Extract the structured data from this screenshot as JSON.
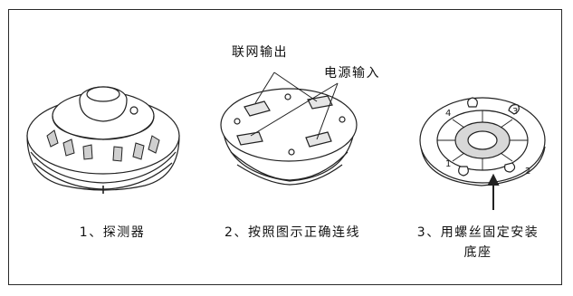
{
  "labels": {
    "network_output": "联网输出",
    "power_input": "电源输入"
  },
  "captions": {
    "step1": "1、探测器",
    "step2": "2、按照图示正确连线",
    "step3_line1": "3、用螺丝固定安装",
    "step3_line2": "底座"
  },
  "terminal_numbers": [
    "4",
    "3",
    "2",
    "1"
  ],
  "colors": {
    "line": "#222222",
    "background": "#ffffff",
    "shade": "#d8d8d8"
  }
}
